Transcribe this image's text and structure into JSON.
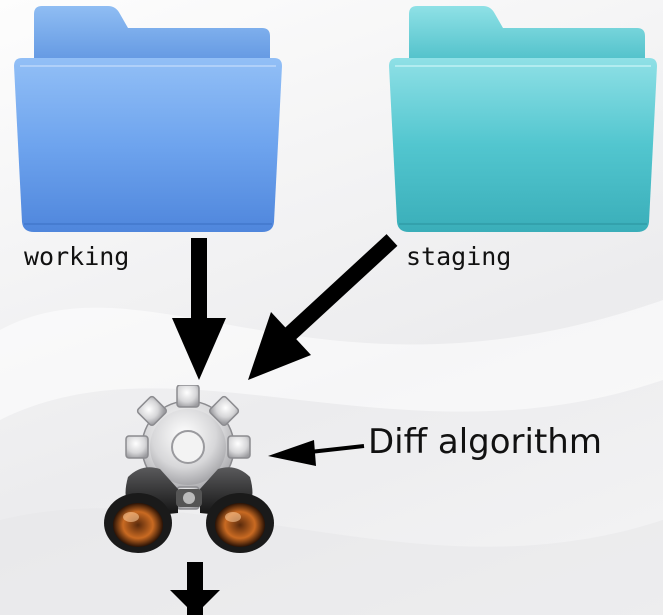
{
  "folders": {
    "working": {
      "label": "working",
      "icon": "blue-folder-icon",
      "color": "#6fa5ec"
    },
    "staging": {
      "label": "staging",
      "icon": "teal-folder-icon",
      "color": "#52c6cf"
    }
  },
  "process": {
    "label": "Diff algorithm",
    "icon": "gear-binoculars-icon"
  },
  "colors": {
    "arrow": "#000000",
    "background": "#f2f2f3"
  }
}
